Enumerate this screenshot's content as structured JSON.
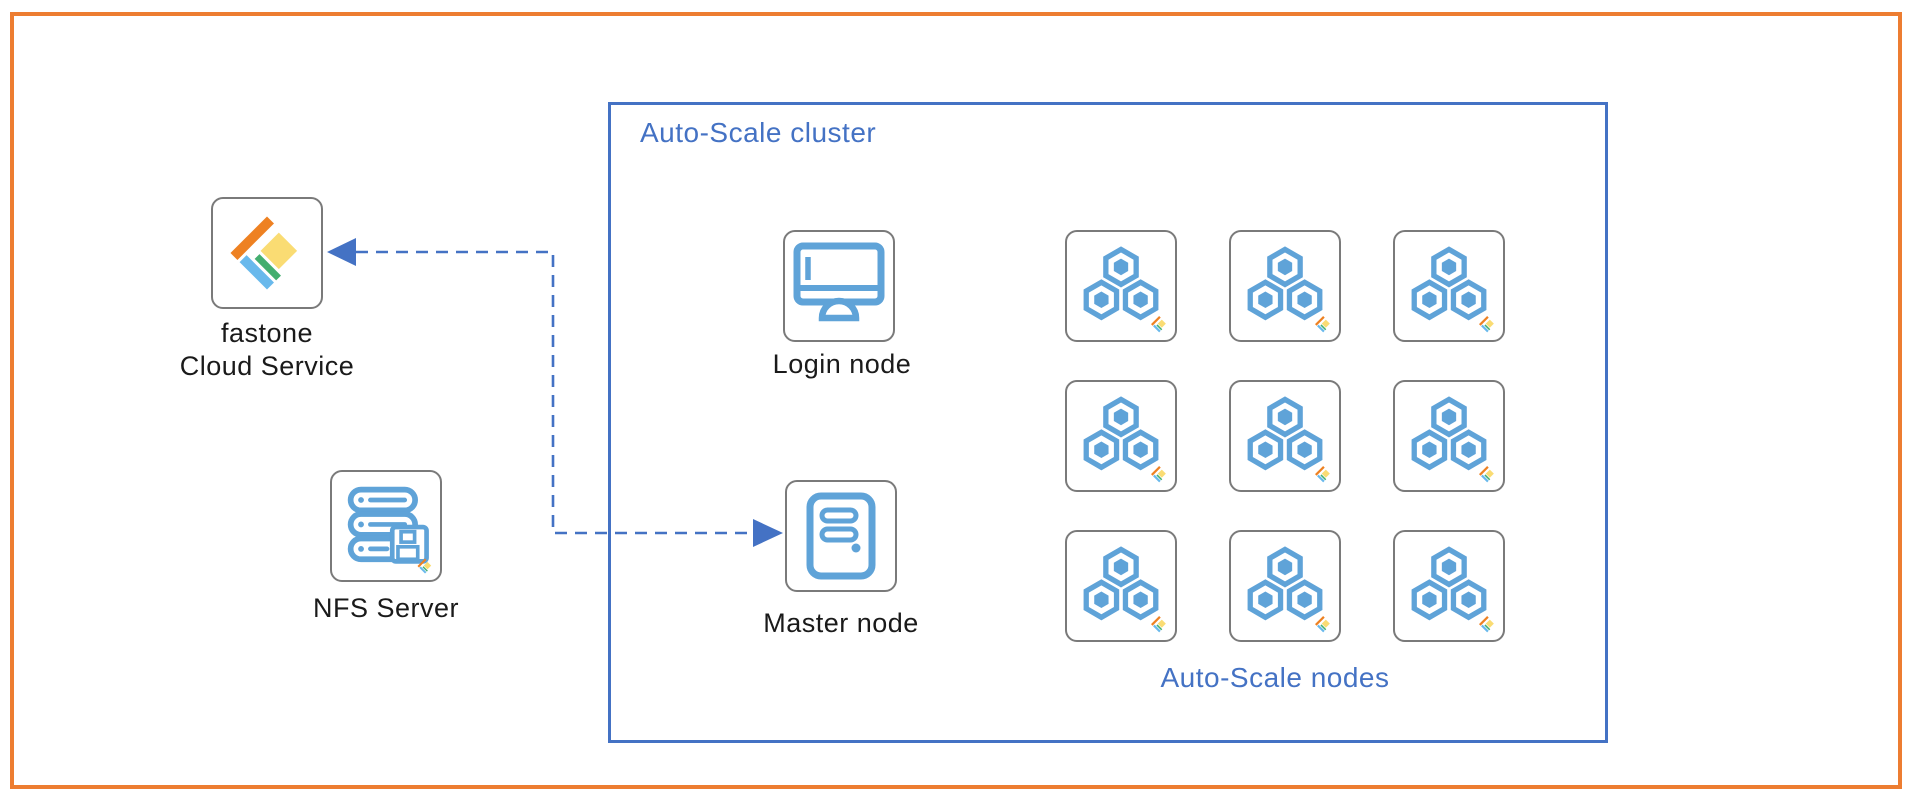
{
  "diagram": {
    "cluster": {
      "title": "Auto-Scale cluster",
      "nodes_label": "Auto-Scale nodes",
      "auto_scale_node_count": 9
    },
    "nodes": {
      "fastone": {
        "label_line1": "fastone",
        "label_line2": "Cloud Service",
        "icon": "fastone-logo-icon"
      },
      "nfs": {
        "label": "NFS Server",
        "icon": "storage-server-icon"
      },
      "login": {
        "label": "Login node",
        "icon": "monitor-icon"
      },
      "master": {
        "label": "Master node",
        "icon": "tower-server-icon"
      },
      "auto_scale_node": {
        "icon": "hexagon-cluster-icon"
      }
    },
    "connections": [
      {
        "from": "Auto-Scale cluster",
        "to": "fastone Cloud Service",
        "style": "dashed-arrow"
      },
      {
        "from": "Auto-Scale cluster",
        "to": "Master node",
        "style": "dashed-arrow"
      }
    ],
    "colors": {
      "accent_blue": "#4472C4",
      "icon_blue": "#5FA3D8",
      "page_border_orange": "#ED7D31",
      "tile_border_gray": "#7a7a7a",
      "label_black": "#1a1a1a",
      "logo_orange": "#EE8122",
      "logo_yellow": "#FADC73",
      "logo_green": "#43AE6F",
      "logo_blue": "#69B9EC"
    }
  }
}
